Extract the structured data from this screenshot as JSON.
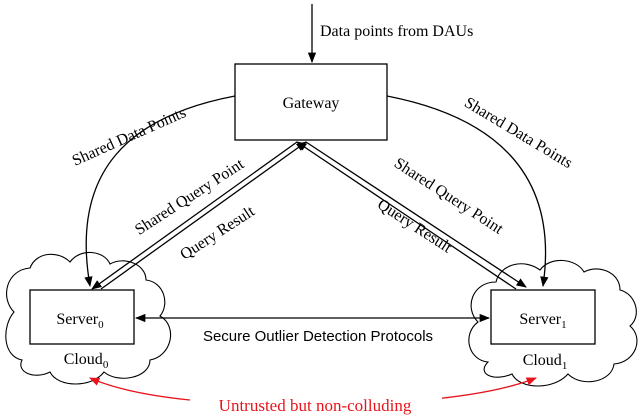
{
  "input_label": "Data points from DAUs",
  "gateway": {
    "label": "Gateway"
  },
  "left_flow": {
    "shared_data_points": "Shared Data Points",
    "shared_query_point": "Shared Query Point",
    "query_result": "Query Result"
  },
  "right_flow": {
    "shared_data_points": "Shared Data Points",
    "shared_query_point": "Shared Query Point",
    "query_result": "Query Result"
  },
  "server0": {
    "name": "Server",
    "sub": "0"
  },
  "server1": {
    "name": "Server",
    "sub": "1"
  },
  "cloud0": {
    "name": "Cloud",
    "sub": "0"
  },
  "cloud1": {
    "name": "Cloud",
    "sub": "1"
  },
  "protocol_label": "Secure Outlier Detection Protocols",
  "trust_label": "Untrusted but non-colluding",
  "colors": {
    "ink": "#000000",
    "trust": "#e8141b"
  }
}
